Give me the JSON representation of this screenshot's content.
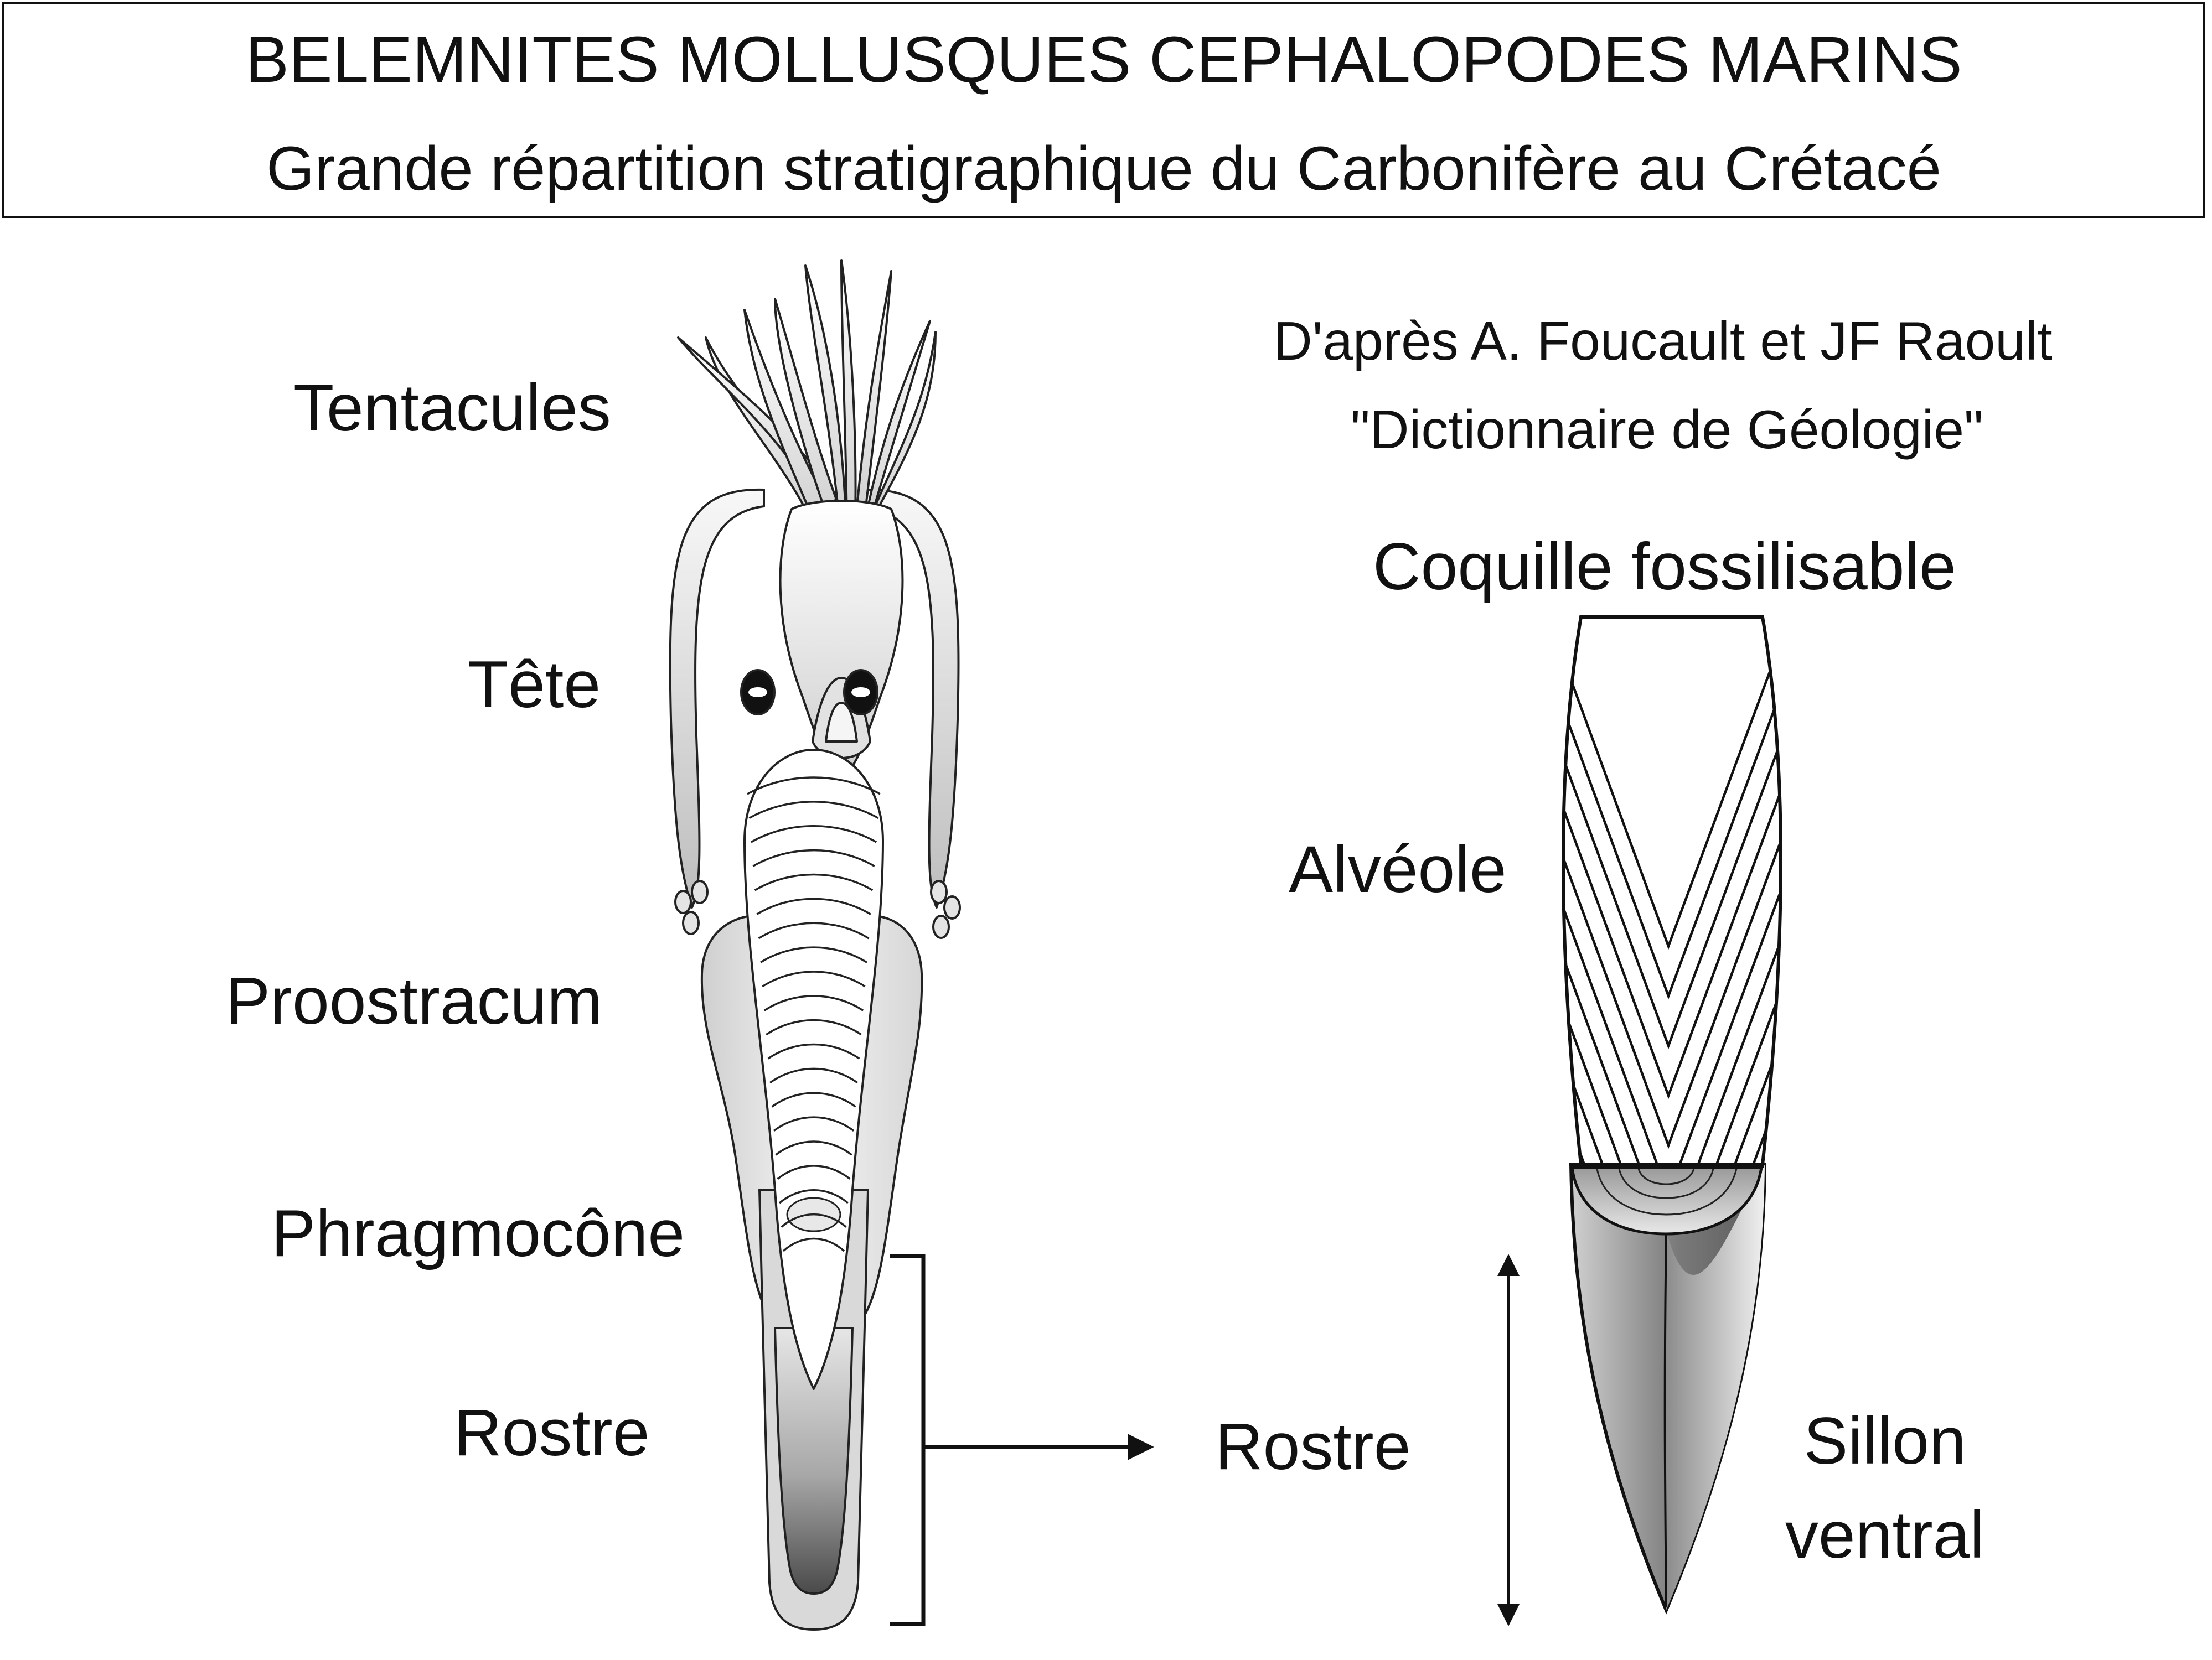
{
  "header": {
    "title": "BELEMNITES MOLLUSQUES CEPHALOPODES MARINS",
    "subtitle": "Grande répartition stratigraphique du Carbonifère au Crétacé"
  },
  "source": {
    "authors": "D'après A. Foucault et JF Raoult",
    "book": "\"Dictionnaire de Géologie\""
  },
  "animal_labels": {
    "tentacules": "Tentacules",
    "tete": "Tête",
    "proostracum": "Proostracum",
    "phragmocone": "Phragmocône",
    "rostre": "Rostre"
  },
  "shell_labels": {
    "title": "Coquille fossilisable",
    "alveole": "Alvéole",
    "rostre": "Rostre",
    "sillon_line1": "Sillon",
    "sillon_line2": "ventral"
  }
}
